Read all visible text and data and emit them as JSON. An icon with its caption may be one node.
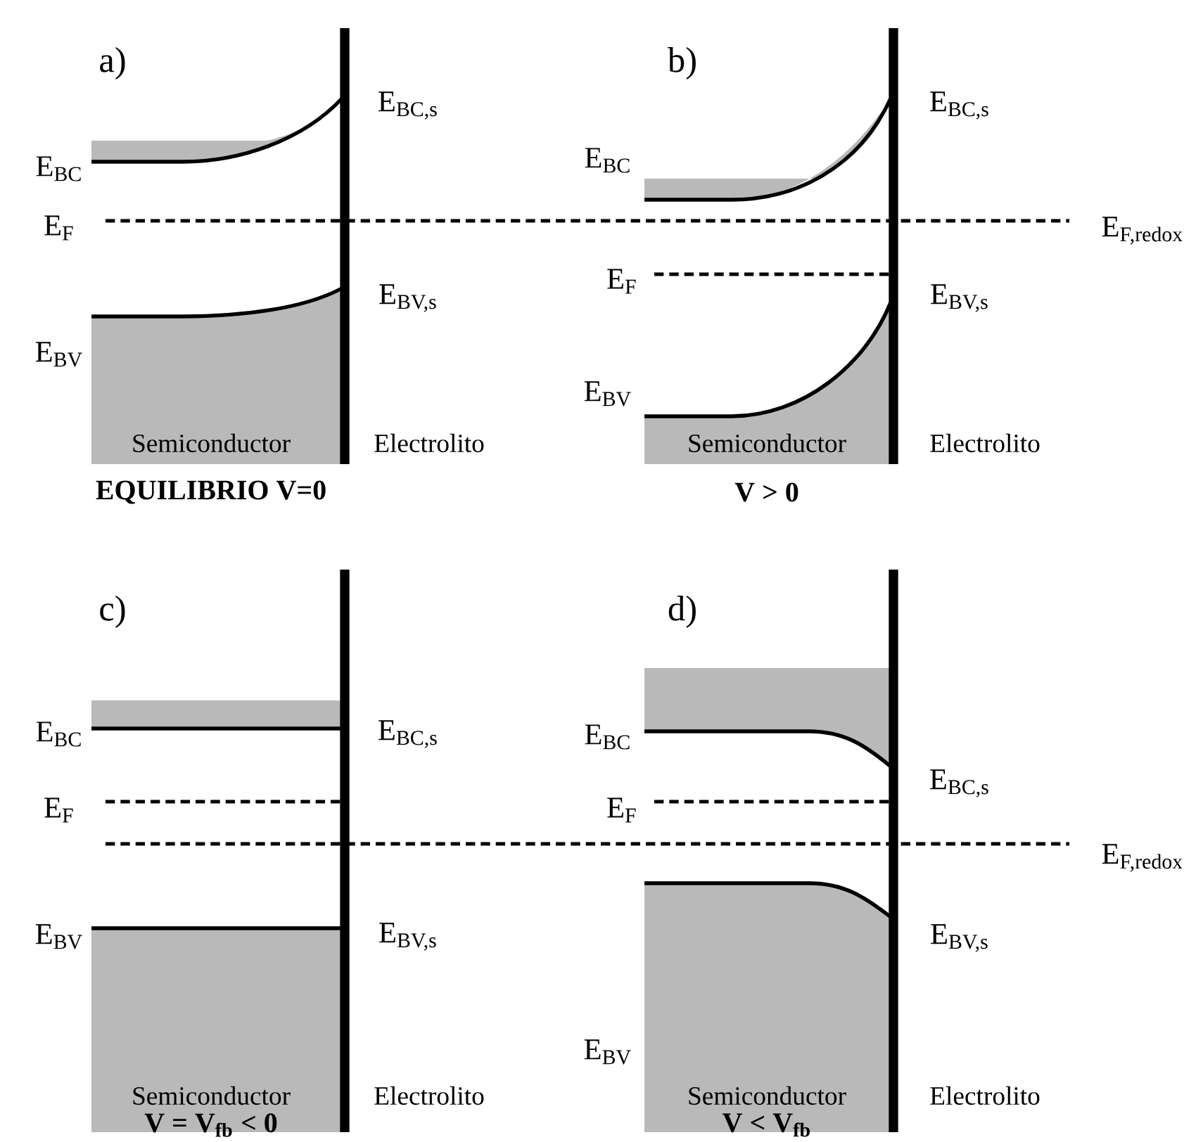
{
  "diagram": {
    "labels": [
      "a)",
      "b)",
      "E$_{BC,s}$",
      "E$_{BC}$",
      "E$_{F}$",
      "E$_{BV,s}$",
      "E$_{BV}$",
      "Semiconductor",
      "Electrolito",
      "E$_{BC,s}$",
      "E$_{BC}$",
      "E$_{F,redox}$",
      "E$_{F}$",
      "E$_{BV,s}$",
      "E$_{BV}$",
      "Semiconductor",
      "Electrolito",
      "EQUILIBRIO V=0",
      "V > 0",
      "c)",
      "d)",
      "E$_{BC}$",
      "E$_{BC,s}$",
      "E$_{F}$",
      "E$_{BV}$",
      "E$_{BV,s}$",
      "Semiconductor",
      "Electrolito",
      "E$_{BC}$",
      "E$_{BC,s}$",
      "E$_{F}$",
      "E$_{F,redox}$",
      "E$_{BV,s}$",
      "E$_{BV}$",
      "Semiconductor",
      "Electrolito",
      "V = V$_{fb}$ < 0",
      "V < V$_{fb}$"
    ]
  }
}
